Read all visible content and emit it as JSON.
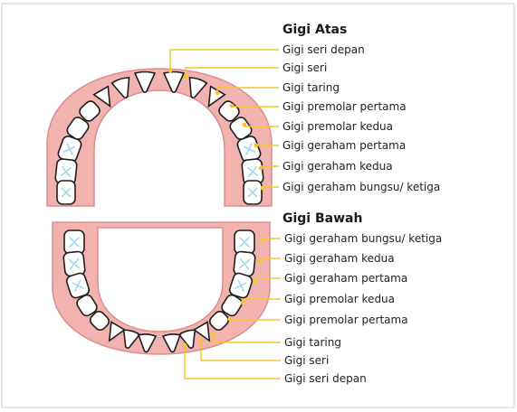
{
  "upper": {
    "heading": "Gigi Atas",
    "labels": [
      "Gigi seri depan",
      "Gigi seri",
      "Gigi taring",
      "Gigi premolar pertama",
      "Gigi premolar kedua",
      "Gigi geraham pertama",
      "Gigi geraham kedua",
      "Gigi geraham bungsu/ ketiga"
    ]
  },
  "lower": {
    "heading": "Gigi Bawah",
    "labels": [
      "Gigi geraham bungsu/ ketiga",
      "Gigi geraham kedua",
      "Gigi geraham pertama",
      "Gigi premolar kedua",
      "Gigi premolar pertama",
      "Gigi taring",
      "Gigi seri",
      "Gigi seri depan"
    ]
  },
  "colors": {
    "gum": "#f2b3b0",
    "leader": "#f4c62a",
    "molar_mark": "#9fd8e8"
  }
}
